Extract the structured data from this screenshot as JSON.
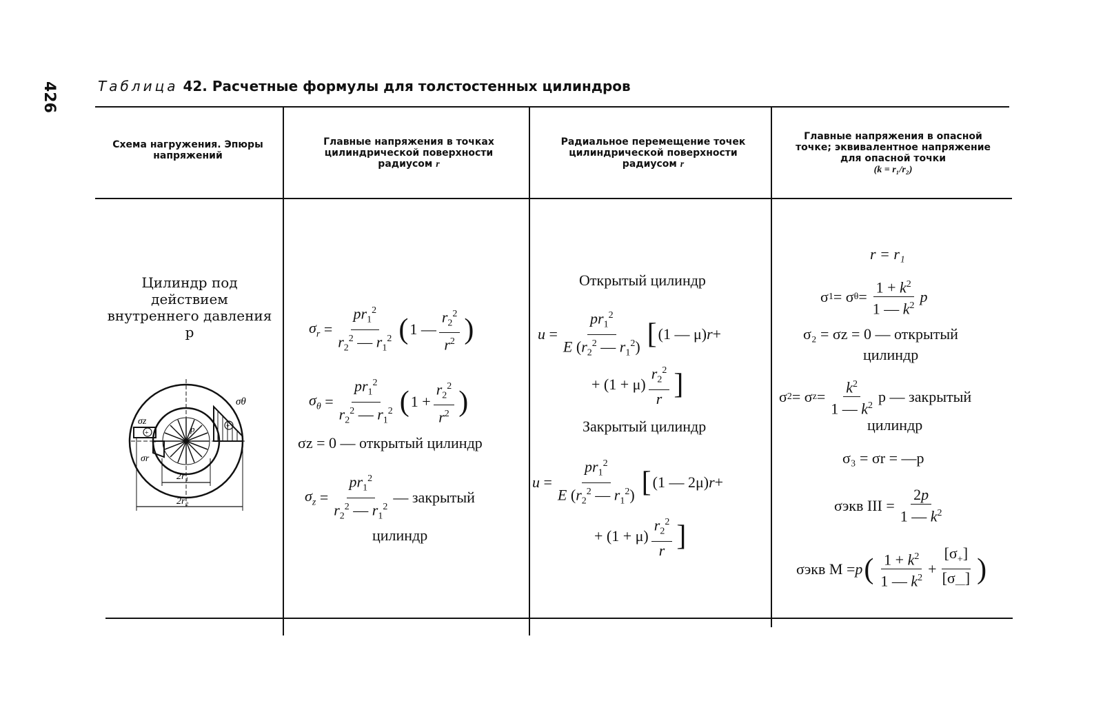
{
  "page_number": "426",
  "title": {
    "lead": "Таблица",
    "rest": "42. Расчетные формулы для толстостенных цилиндров"
  },
  "headers": {
    "col1": "Схема нагружения. Эпюры напряжений",
    "col2_pre": "Главные напряжения в точках цилиндрической поверхности радиусом",
    "col3_pre": "Радиальное перемещение точек цилиндрической поверхности радиусом",
    "col4_pre": "Главные напряжения в опасной точке; эквивалентное напряжение для опасной точки",
    "col4_k": "(k = r₁/r₂)",
    "r": "r"
  },
  "col1": {
    "text": "Цилиндр под действием внутреннего давления p",
    "diagram_labels": {
      "sigma_z": "σz",
      "sigma_r": "σr",
      "sigma_theta": "σθ",
      "p": "p",
      "d1": "2r₁",
      "d2": "2r₂"
    }
  },
  "col2": {
    "open_text": "σz = 0 — открытый цилиндр",
    "closed_suffix": "— закрытый",
    "closed_suffix2": "цилиндр"
  },
  "col3": {
    "open_title": "Открытый цилиндр",
    "closed_title": "Закрытый цилиндр"
  },
  "col4": {
    "r_eq": "r = r₁",
    "open_line": "σ₂ = σz = 0 — открытый",
    "open_line2": "цилиндр",
    "closed_suffix": "p — закрытый",
    "closed_suffix2": "цилиндр",
    "sigma3": "σ₃ = σr = —p",
    "ekv3": "σэкв III",
    "ekvM": "σэкв M"
  }
}
